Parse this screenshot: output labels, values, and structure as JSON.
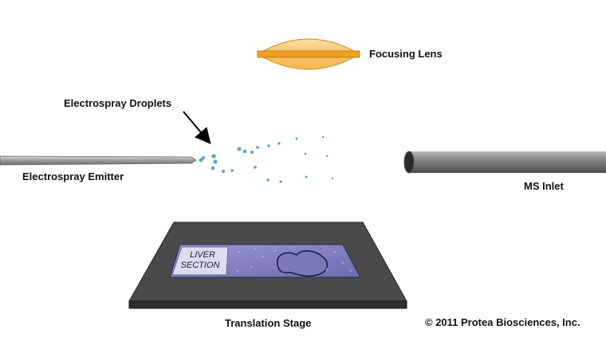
{
  "labels": {
    "focusing_lens": "Focusing Lens",
    "electrospray_droplets": "Electrospray Droplets",
    "electrospray_emitter": "Electrospray Emitter",
    "ms_inlet": "MS Inlet",
    "translation_stage": "Translation Stage",
    "copyright": "© 2011 Protea Biosciences, Inc."
  },
  "slide": {
    "label_line1": "LIVER",
    "label_line2": "SECTION"
  },
  "colors": {
    "lens_fill": "#f6c266",
    "lens_band": "#f0a020",
    "emitter": "#9a9a9a",
    "ms_inlet": "#7a7a7a",
    "droplet": "#5aa8d8",
    "stage": "#4a4a4a",
    "slide": "#8a88c4"
  }
}
